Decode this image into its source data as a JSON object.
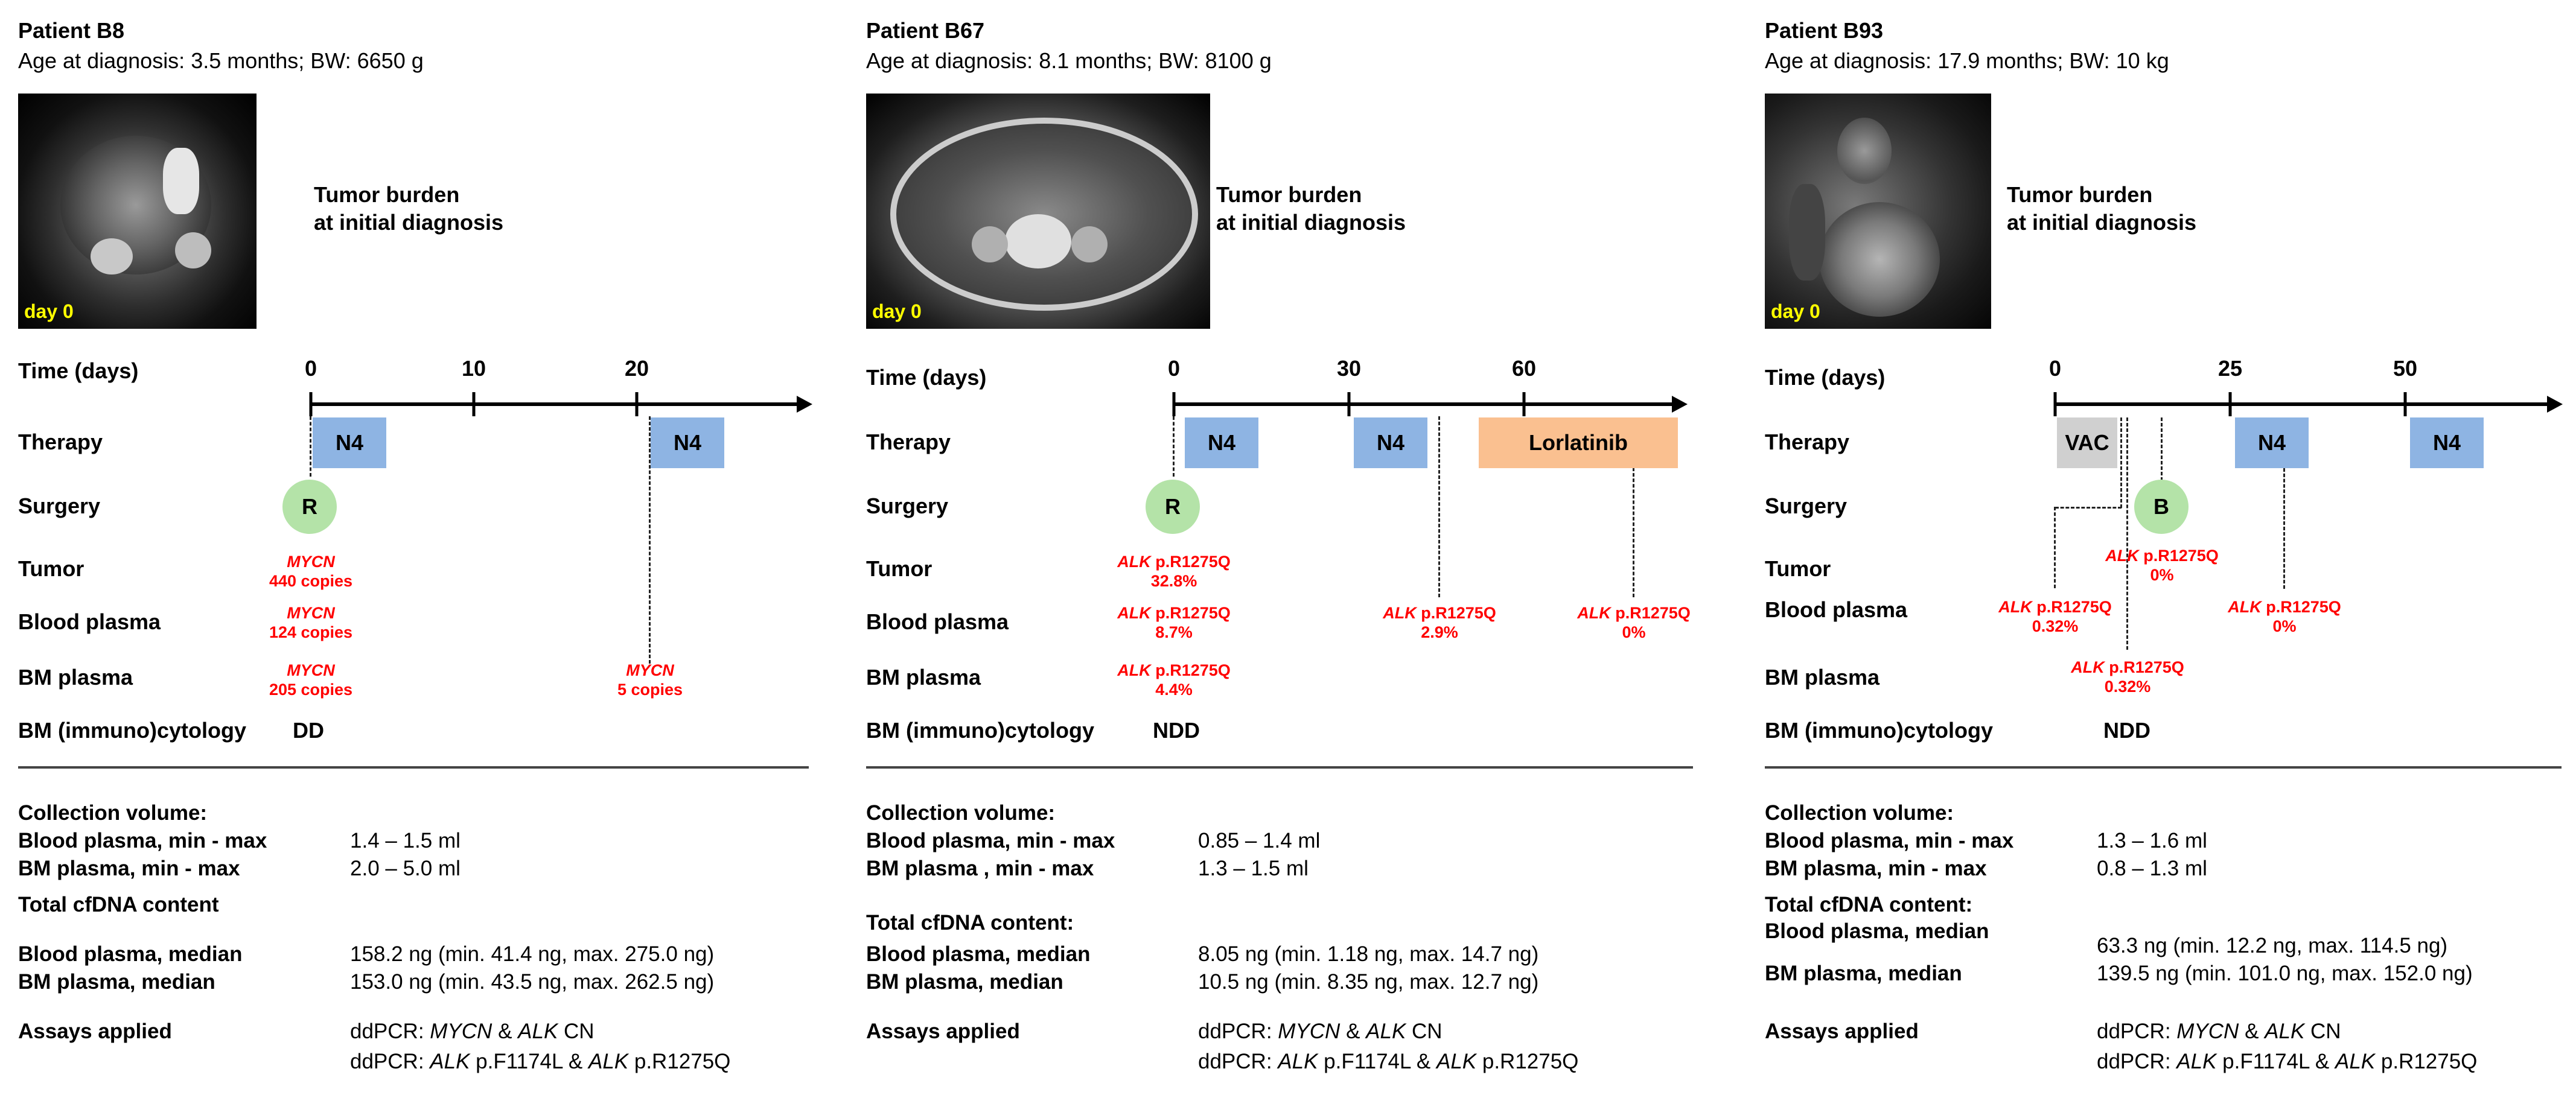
{
  "row_labels": {
    "time": "Time (days)",
    "therapy": "Therapy",
    "surgery": "Surgery",
    "tumor": "Tumor",
    "blood_plasma": "Blood plasma",
    "bm_plasma": "BM plasma",
    "bm_cytology": "BM (immuno)cytology"
  },
  "tumor_burden": {
    "line1": "Tumor burden",
    "line2": "at initial diagnosis"
  },
  "day_label": "day 0",
  "patients": [
    {
      "title": "Patient B8",
      "subtitle": "Age at diagnosis: 3.5 months; BW: 6650 g",
      "ticks": [
        "0",
        "10",
        "20"
      ],
      "therapy": [
        "N4",
        "N4"
      ],
      "surgery": "R",
      "tumor": {
        "gene": "MYCN",
        "value": "440 copies"
      },
      "blood": {
        "gene": "MYCN",
        "value": "124 copies"
      },
      "bm": [
        {
          "gene": "MYCN",
          "value": "205 copies"
        },
        {
          "gene": "MYCN",
          "value": "5 copies"
        }
      ],
      "cytology": "DD",
      "collection_heading": "Collection volume:",
      "blood_vol_label": "Blood plasma, min - max",
      "blood_vol": "1.4 – 1.5 ml",
      "bm_vol_label": "BM plasma, min - max",
      "bm_vol": "2.0 – 5.0 ml",
      "cfdna_heading": "Total cfDNA content",
      "blood_cfdna_label": "Blood plasma, median",
      "blood_cfdna": "158.2 ng (min. 41.4 ng, max. 275.0 ng)",
      "bm_cfdna_label": "BM plasma, median",
      "bm_cfdna": "153.0 ng (min. 43.5 ng, max. 262.5 ng)",
      "assays_label": "Assays applied",
      "assay1": {
        "prefix": "ddPCR: ",
        "g1": "MYCN",
        "mid": " & ",
        "g2": "ALK",
        "suffix": " CN"
      },
      "assay2": {
        "prefix": "ddPCR: ",
        "g1": "ALK",
        "mid": " p.F1174L & ",
        "g2": "ALK",
        "suffix": " p.R1275Q"
      }
    },
    {
      "title": "Patient B67",
      "subtitle": "Age at diagnosis: 8.1 months; BW: 8100 g",
      "ticks": [
        "0",
        "30",
        "60"
      ],
      "therapy": [
        "N4",
        "N4",
        "Lorlatinib"
      ],
      "surgery": "R",
      "tumor": {
        "gene": "ALK",
        "value": " p.R1275Q",
        "pct": "32.8%"
      },
      "blood": [
        {
          "gene": "ALK",
          "value": " p.R1275Q",
          "pct": "8.7%"
        },
        {
          "gene": "ALK",
          "value": " p.R1275Q",
          "pct": "2.9%"
        },
        {
          "gene": "ALK",
          "value": " p.R1275Q",
          "pct": "0%"
        }
      ],
      "bm": {
        "gene": "ALK",
        "value": " p.R1275Q",
        "pct": "4.4%"
      },
      "cytology": "NDD",
      "collection_heading": "Collection volume:",
      "blood_vol_label": "Blood plasma, min - max",
      "blood_vol": "0.85 – 1.4 ml",
      "bm_vol_label": "BM plasma , min - max",
      "bm_vol": "1.3 – 1.5 ml",
      "cfdna_heading": "Total cfDNA content:",
      "blood_cfdna_label": "Blood plasma, median",
      "blood_cfdna": "8.05 ng (min. 1.18 ng, max. 14.7 ng)",
      "bm_cfdna_label": "BM plasma, median",
      "bm_cfdna": "10.5 ng (min. 8.35 ng, max. 12.7 ng)",
      "assays_label": "Assays applied",
      "assay1": {
        "prefix": "ddPCR: ",
        "g1": "MYCN",
        "mid": " & ",
        "g2": "ALK",
        "suffix": " CN"
      },
      "assay2": {
        "prefix": "ddPCR: ",
        "g1": "ALK",
        "mid": " p.F1174L & ",
        "g2": "ALK",
        "suffix": " p.R1275Q"
      }
    },
    {
      "title": "Patient B93",
      "subtitle": "Age at diagnosis: 17.9 months; BW: 10 kg",
      "ticks": [
        "0",
        "25",
        "50"
      ],
      "therapy": [
        "VAC",
        "N4",
        "N4"
      ],
      "surgery": "B",
      "tumor": {
        "gene": "ALK",
        "value": " p.R1275Q",
        "pct": "0%"
      },
      "blood": [
        {
          "gene": "ALK",
          "value": " p.R1275Q",
          "pct": "0.32%"
        },
        {
          "gene": "ALK",
          "value": " p.R1275Q",
          "pct": "0%"
        }
      ],
      "bm": {
        "gene": "ALK",
        "value": " p.R1275Q",
        "pct": "0.32%"
      },
      "cytology": "NDD",
      "collection_heading": "Collection volume:",
      "blood_vol_label": "Blood plasma, min - max",
      "blood_vol": "1.3 – 1.6 ml",
      "bm_vol_label": "BM plasma, min - max",
      "bm_vol": "0.8 – 1.3 ml",
      "cfdna_heading": "Total cfDNA content:",
      "blood_cfdna_label": "Blood plasma, median",
      "blood_cfdna": "63.3 ng (min. 12.2 ng, max. 114.5 ng)",
      "bm_cfdna_label": "BM plasma, median",
      "bm_cfdna": "139.5 ng (min. 101.0 ng, max. 152.0 ng)",
      "assays_label": "Assays applied",
      "assay1": {
        "prefix": "ddPCR: ",
        "g1": "MYCN",
        "mid": " & ",
        "g2": "ALK",
        "suffix": " CN"
      },
      "assay2": {
        "prefix": "ddPCR: ",
        "g1": "ALK",
        "mid": " p.F1174L & ",
        "g2": "ALK",
        "suffix": " p.R1275Q"
      }
    }
  ]
}
